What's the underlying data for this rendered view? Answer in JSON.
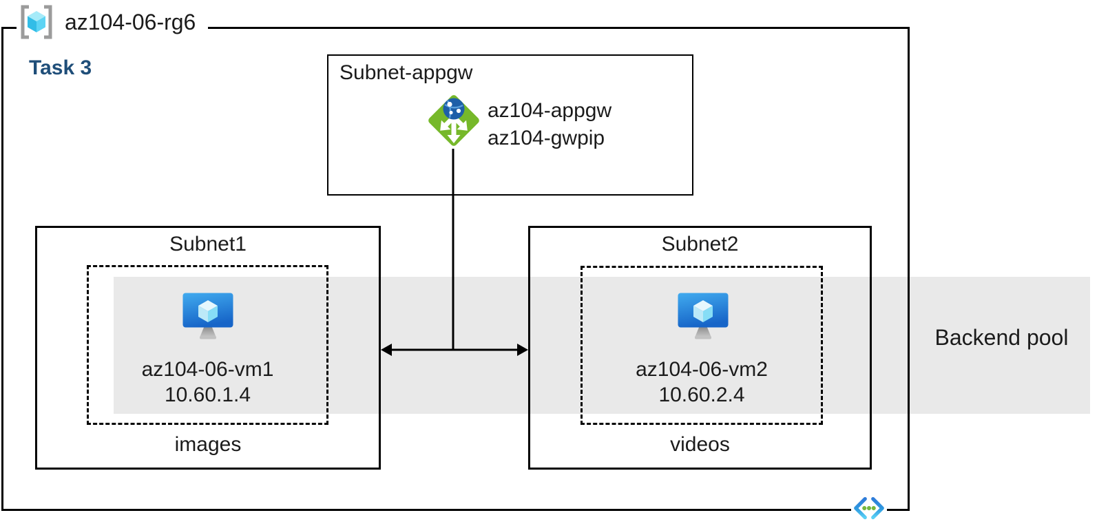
{
  "resource_group": {
    "name": "az104-06-rg6"
  },
  "task": {
    "label": "Task 3"
  },
  "appgw_box": {
    "title": "Subnet-appgw",
    "gateway_name": "az104-appgw",
    "gateway_pip": "az104-gwpip"
  },
  "subnet1": {
    "title": "Subnet1",
    "vm_name": "az104-06-vm1",
    "vm_ip": "10.60.1.4",
    "storage_label": "images"
  },
  "subnet2": {
    "title": "Subnet2",
    "vm_name": "az104-06-vm2",
    "vm_ip": "10.60.2.4",
    "storage_label": "videos"
  },
  "backend_pool": {
    "label": "Backend pool"
  },
  "icons": {
    "top_left": "resource-group-icon",
    "gateway": "application-gateway-icon",
    "vm": "virtual-machine-icon",
    "bottom_right": "virtual-network-icon"
  },
  "colors": {
    "task_label": "#1F4E79",
    "backend_pool_band": "#E9E9E9",
    "border": "#000000",
    "appgw_green": "#76B82A",
    "gateway_sphere_blue": "#1E5FA8",
    "vm_monitor_blue_top": "#3FA9EE",
    "vm_monitor_blue_bottom": "#1765C8",
    "rg_cube_cyan": "#3EC3E6",
    "vnet_chevron_blue": "#2E7CD9",
    "vnet_chevron_cyan": "#5BD0F5",
    "vnet_dot_green": "#76B83F"
  }
}
